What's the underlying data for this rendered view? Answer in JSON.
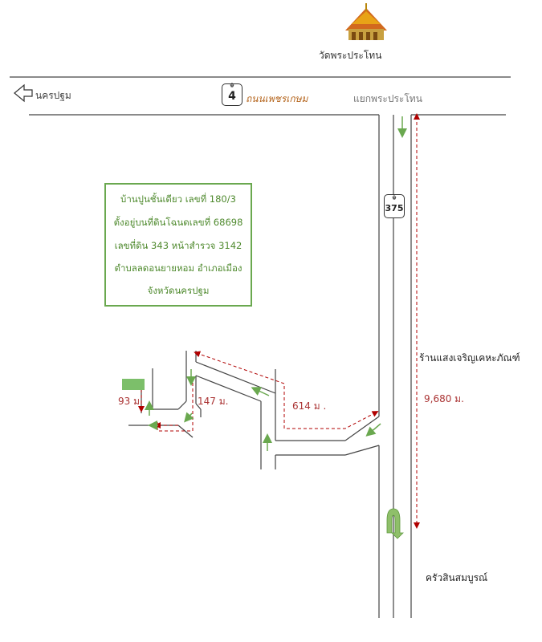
{
  "landmarks": {
    "temple": "วัดพระประโทน",
    "left_destination": "นครปฐม",
    "junction": "แยกพระประโทน",
    "shop": "ร้านแสงเจริญเคหะภัณฑ์",
    "restaurant": "ครัวสินสมบูรณ์"
  },
  "roads": {
    "highway4_number": "4",
    "highway4_name": "ถนนเพชรเกษม",
    "highway375_number": "375",
    "highway_crown": "☬"
  },
  "property_info": {
    "lines": [
      "บ้านปูนชั้นเดียว เลขที่ 180/3",
      "ตั้งอยู่บนที่ดินโฉนดเลขที่ 68698",
      "เลขที่ดิน 343 หน้าสำรวจ 3142",
      "ตำบลลดอนยายหอม อำเภอเมือง",
      "จังหวัดนครปฐม"
    ]
  },
  "distances": {
    "d93": "93 ม.",
    "d147": "147 ม.",
    "d614": "614 ม .",
    "d9680": "9,680 ม."
  },
  "colors": {
    "road": "#444444",
    "route_arrow": "#6aa84f",
    "distance": "#a33333",
    "info_border": "#6aa84f",
    "road_name": "#b5651d"
  }
}
